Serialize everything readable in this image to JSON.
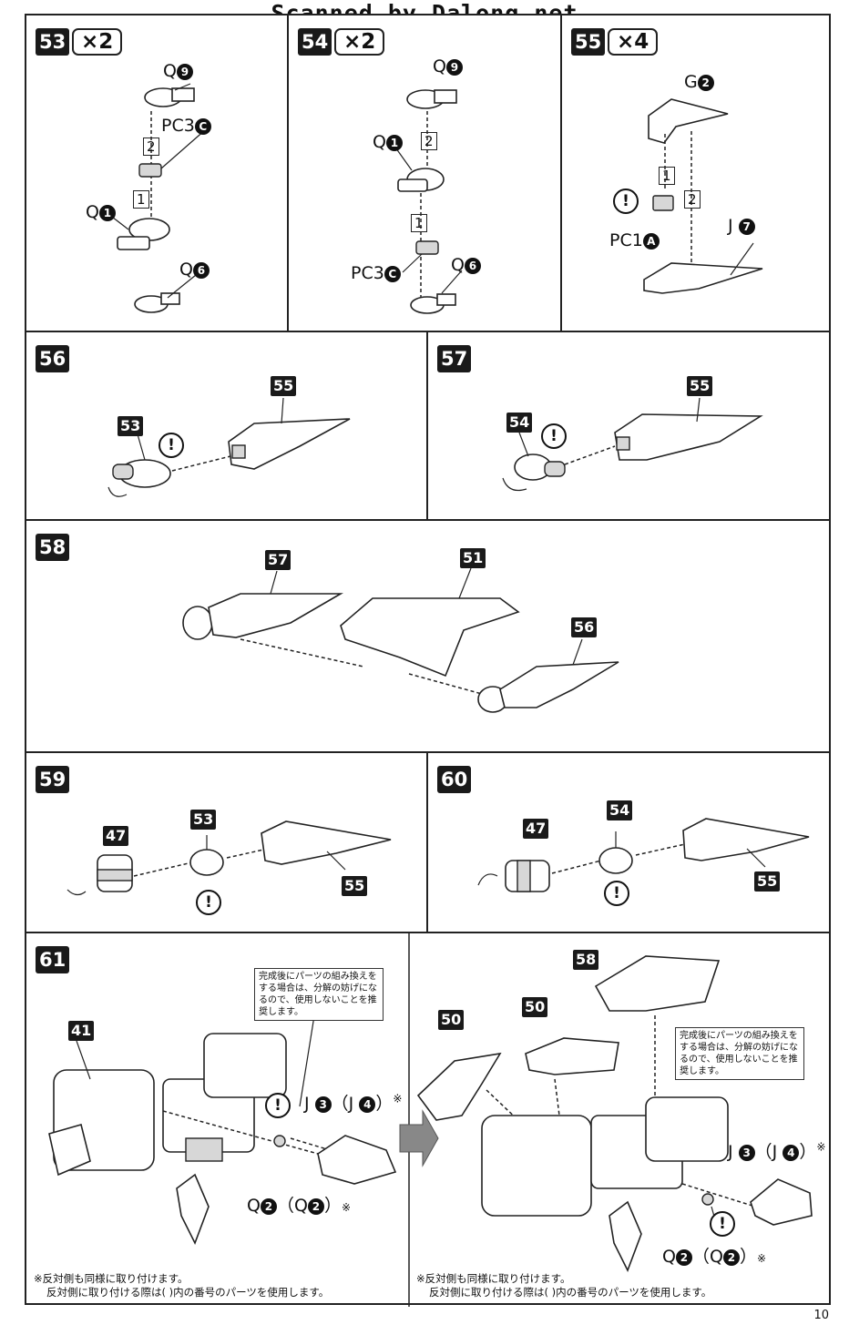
{
  "scan_credit": "Scanned by Dalong.net",
  "steps": {
    "s53": {
      "num": "53",
      "qty": "×2",
      "labels": {
        "q9": "Q",
        "q9n": "9",
        "pc3": "PC3",
        "pc3n": "C",
        "q1": "Q",
        "q1n": "1",
        "q6": "Q",
        "q6n": "6",
        "o1": "1",
        "o2": "2"
      }
    },
    "s54": {
      "num": "54",
      "qty": "×2",
      "labels": {
        "q9": "Q",
        "q9n": "9",
        "q1": "Q",
        "q1n": "1",
        "pc3": "PC3",
        "pc3n": "C",
        "q6": "Q",
        "q6n": "6",
        "o1": "1",
        "o2": "2"
      }
    },
    "s55": {
      "num": "55",
      "qty": "×4",
      "labels": {
        "g2": "G",
        "g2n": "2",
        "pc1": "PC1",
        "pc1n": "A",
        "j7": "J",
        "j7n": "7",
        "o1": "1",
        "o2": "2"
      }
    },
    "s56": {
      "num": "56",
      "parts": [
        "53",
        "55"
      ]
    },
    "s57": {
      "num": "57",
      "parts": [
        "54",
        "55"
      ]
    },
    "s58": {
      "num": "58",
      "parts": [
        "57",
        "51",
        "56"
      ]
    },
    "s59": {
      "num": "59",
      "parts": [
        "47",
        "53",
        "55"
      ]
    },
    "s60": {
      "num": "60",
      "parts": [
        "47",
        "54",
        "55"
      ]
    },
    "s61": {
      "num": "61",
      "left_parts": [
        "41"
      ],
      "right_parts": [
        "58",
        "50",
        "50"
      ],
      "note": "完成後にパーツの組み換えをする場合は、分解の妨げになるので、使用しないことを推奨します。",
      "j_label": "J",
      "j_num": "3",
      "j_alt": "J",
      "j_alt_num": "4",
      "q_label": "Q",
      "q_num": "2",
      "q_alt": "Q",
      "q_alt_num": "2",
      "mark": "※",
      "footnote_line1": "※反対側も同様に取り付けます。",
      "footnote_line2": "反対側に取り付ける際は( )内の番号のパーツを使用します。"
    }
  },
  "warning_glyph": "!",
  "page_number": "10"
}
